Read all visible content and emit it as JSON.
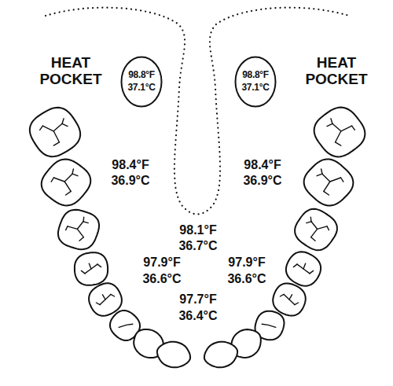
{
  "diagram": {
    "nodes": [
      {
        "text": [
          "98.8°F",
          "37.1°C"
        ]
      },
      {
        "text": [
          "98.8°F",
          "37.1°C"
        ]
      }
    ],
    "labels": [
      "HEAT POCKET",
      "HEAT POCKET",
      "98.4°F",
      "36.9°C",
      "98.4°F",
      "36.9°C",
      "98.1°F",
      "36.7°C",
      "97.9°F",
      "36.6°C",
      "97.9°F",
      "36.6°C",
      "97.7°F",
      "36.4°C"
    ]
  }
}
